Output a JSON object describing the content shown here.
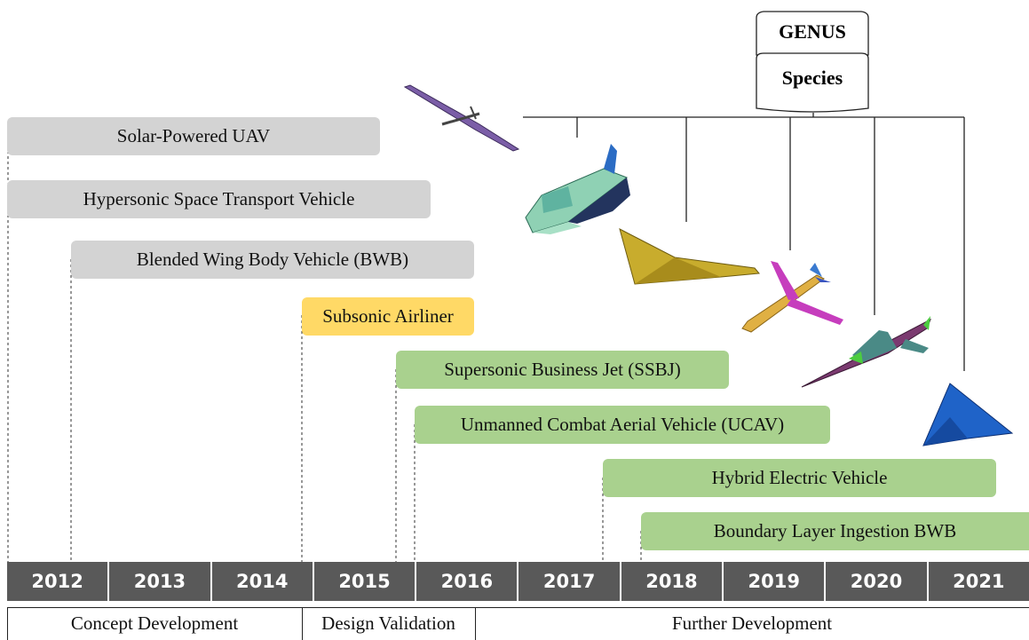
{
  "legend": {
    "genus": "GENUS",
    "species": "Species"
  },
  "bars": [
    {
      "label": "Solar-Powered UAV"
    },
    {
      "label": "Hypersonic Space Transport Vehicle"
    },
    {
      "label": "Blended Wing Body Vehicle (BWB)"
    },
    {
      "label": "Subsonic Airliner"
    },
    {
      "label": "Supersonic Business Jet (SSBJ)"
    },
    {
      "label": "Unmanned Combat Aerial Vehicle (UCAV)"
    },
    {
      "label": "Hybrid Electric Vehicle"
    },
    {
      "label": "Boundary Layer Ingestion BWB"
    }
  ],
  "years": [
    "2012",
    "2013",
    "2014",
    "2015",
    "2016",
    "2017",
    "2018",
    "2019",
    "2020",
    "2021"
  ],
  "phases": [
    "Concept Development",
    "Design Validation",
    "Further Development"
  ],
  "colors": {
    "grey": "#d3d3d3",
    "yellow": "#ffd966",
    "green": "#a9d18e",
    "timeline": "#595959"
  },
  "aircraft_icons": [
    "solar-uav-icon",
    "space-shuttle-icon",
    "bwb-icon",
    "airliner-icon",
    "ssbj-icon",
    "ucav-icon"
  ]
}
